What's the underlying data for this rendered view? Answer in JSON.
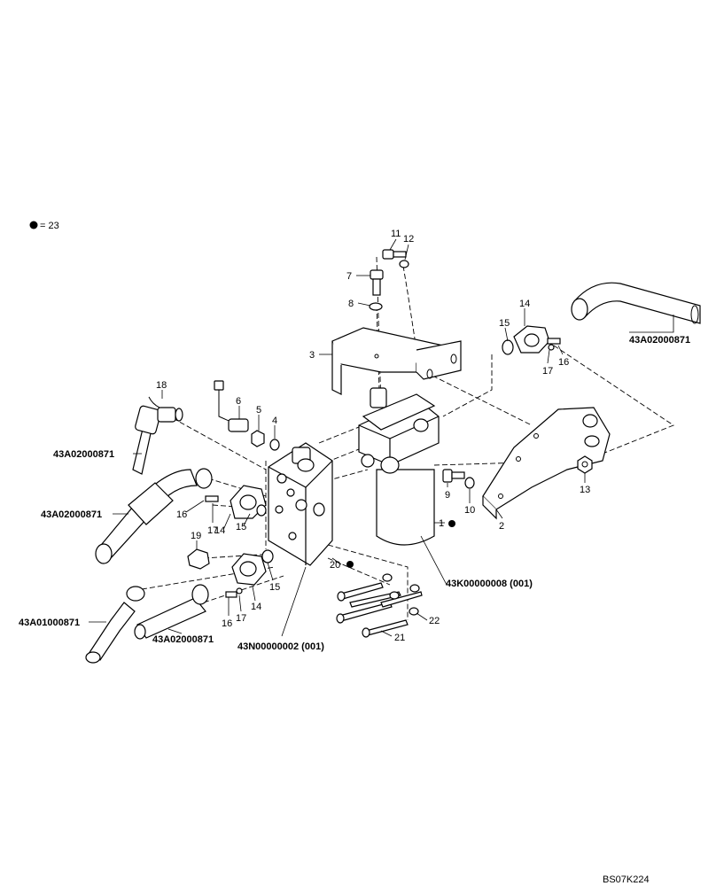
{
  "legend": {
    "marker": "●",
    "text": "= 23"
  },
  "drawing_code": "BS07K224",
  "assembly_labels": {
    "filter_assy": "43K00000008 (001)",
    "valve_assy": "43N00000002 (001)"
  },
  "hose_labels": {
    "top_right": "43A02000871",
    "upper_left": "43A02000871",
    "middle_left": "43A02000871",
    "lower_left": "43A01000871",
    "bottom": "43A02000871"
  },
  "callouts": {
    "c1": "1",
    "c2": "2",
    "c3": "3",
    "c4": "4",
    "c5": "5",
    "c6": "6",
    "c7": "7",
    "c8": "8",
    "c9": "9",
    "c10": "10",
    "c11": "11",
    "c12": "12",
    "c13": "13",
    "c14a": "14",
    "c14b": "14",
    "c14c": "14",
    "c15a": "15",
    "c15b": "15",
    "c15c": "15",
    "c16a": "16",
    "c16b": "16",
    "c16c": "16",
    "c17a": "17",
    "c17b": "17",
    "c17c": "17",
    "c18": "18",
    "c19": "19",
    "c20": "20",
    "c21": "21",
    "c22": "22"
  }
}
